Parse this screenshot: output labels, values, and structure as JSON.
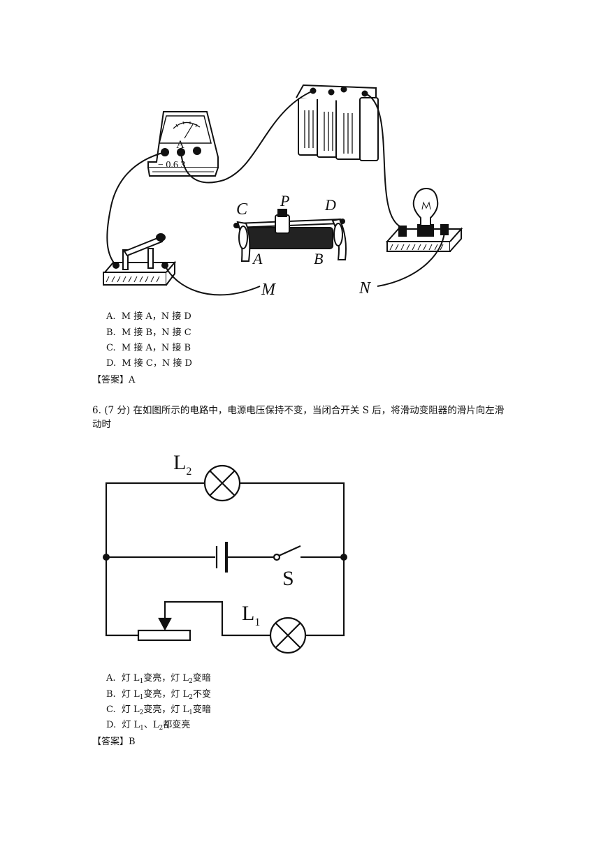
{
  "q5": {
    "labels": {
      "A_meter": "A",
      "terminals": "− 0.6 3",
      "C": "C",
      "P": "P",
      "D": "D",
      "A": "A",
      "B": "B",
      "M": "M",
      "N": "N"
    },
    "options": [
      {
        "letter": "A.",
        "text": "M 接 A，N 接 D"
      },
      {
        "letter": "B.",
        "text": "M 接 B，N 接 C"
      },
      {
        "letter": "C.",
        "text": "M 接 A，N 接 B"
      },
      {
        "letter": "D.",
        "text": "M 接 C，N 接 D"
      }
    ],
    "answer_label": "【答案】",
    "answer": "A"
  },
  "q6": {
    "number": "6.",
    "points": "(7 分)",
    "question": "在如图所示的电路中，电源电压保持不变，当闭合开关 S 后，将滑动变阻器的滑片向左滑动时",
    "labels": {
      "L2": "L",
      "L2_sub": "2",
      "S": "S",
      "L1": "L",
      "L1_sub": "1"
    },
    "options": [
      {
        "letter": "A.",
        "p1": "灯 L",
        "s1": "1",
        "p2": "变亮，灯 L",
        "s2": "2",
        "p3": "变暗"
      },
      {
        "letter": "B.",
        "p1": "灯 L",
        "s1": "1",
        "p2": "变亮，灯 L",
        "s2": "2",
        "p3": "不变"
      },
      {
        "letter": "C.",
        "p1": "灯 L",
        "s1": "2",
        "p2": "变亮，灯 L",
        "s2": "1",
        "p3": "变暗"
      },
      {
        "letter": "D.",
        "p1": "灯 L",
        "s1": "1",
        "p2": "、L",
        "s2": "2",
        "p3": "都变亮"
      }
    ],
    "answer_label": "【答案】",
    "answer": "B"
  }
}
